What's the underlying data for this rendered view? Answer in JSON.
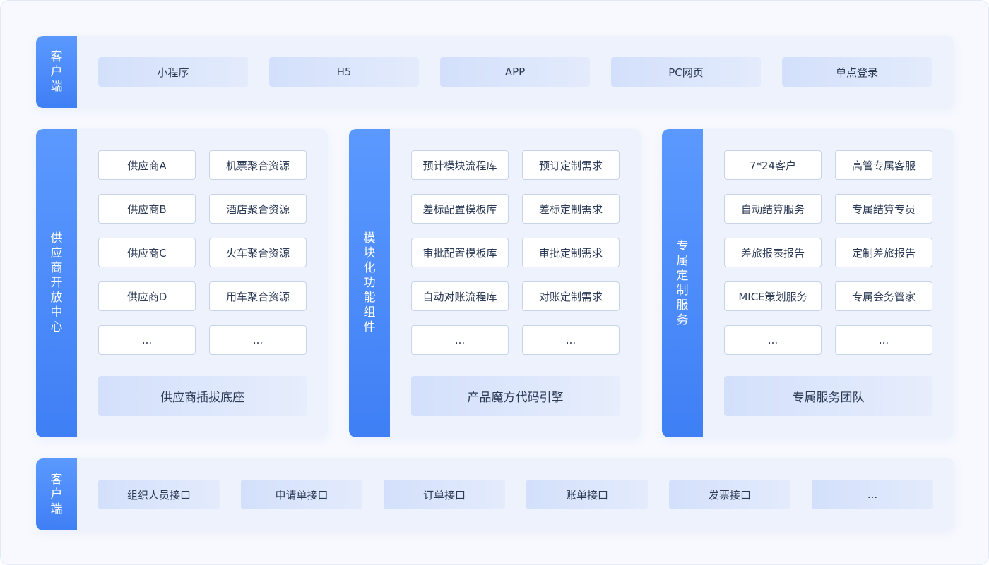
{
  "top_layer": {
    "label": "客户端",
    "items": [
      "小程序",
      "H5",
      "APP",
      "PC网页",
      "单点登录"
    ]
  },
  "columns": [
    {
      "label": "供应商开放中心",
      "cells": [
        "供应商A",
        "机票聚合资源",
        "供应商B",
        "酒店聚合资源",
        "供应商C",
        "火车聚合资源",
        "供应商D",
        "用车聚合资源",
        "...",
        "..."
      ],
      "base": "供应商插拔底座"
    },
    {
      "label": "模块化功能组件",
      "cells": [
        "预计模块流程库",
        "预订定制需求",
        "差标配置模板库",
        "差标定制需求",
        "审批配置模板库",
        "审批定制需求",
        "自动对账流程库",
        "对账定制需求",
        "...",
        "..."
      ],
      "base": "产品魔方代码引擎"
    },
    {
      "label": "专属定制服务",
      "cells": [
        "7*24客户",
        "高管专属客服",
        "自动结算服务",
        "专属结算专员",
        "差旅报表报告",
        "定制差旅报告",
        "MICE策划服务",
        "专属会务管家",
        "...",
        "..."
      ],
      "base": "专属服务团队"
    }
  ],
  "bottom_layer": {
    "label": "客户端",
    "items": [
      "组织人员接口",
      "申请单接口",
      "订单接口",
      "账单接口",
      "发票接口",
      "..."
    ]
  },
  "colors": {
    "accent": "#4a8bff",
    "panel_bg": "#edf2fc",
    "cell_border": "#c8d4ec",
    "text": "#2b3a55"
  }
}
